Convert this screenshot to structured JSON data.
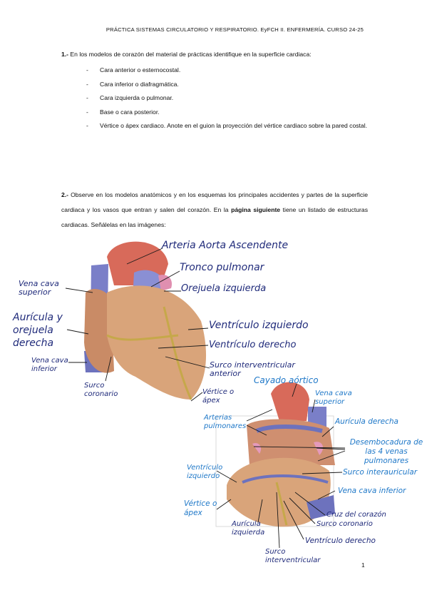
{
  "header": "PRÁCTICA SISTEMAS CIRCULATORIO Y RESPIRATORIO. EyFCH II. ENFERMERÍA. CURSO 24-25",
  "q1": {
    "number": "1.-",
    "text": "En los modelos de corazón del material de prácticas identifique en la superficie cardiaca:",
    "items": [
      "Cara anterior o esternocostal.",
      "Cara inferior o diafragmática.",
      "Cara izquierda o pulmonar.",
      "Base o cara posterior.",
      "Vértice o ápex cardiaco. Anote en el guion la proyección del vértice cardiaco sobre la pared costal."
    ]
  },
  "q2": {
    "number": "2.-",
    "text_a": "Observe en los modelos anatómicos y en los esquemas los principales accidentes y partes de la superficie cardiaca y los vasos que entran y salen del corazón. En la ",
    "bold": "página siguiente",
    "text_b": " tiene un listado de estructuras cardiacas. Señálelas en las imágenes:"
  },
  "labels1": {
    "aorta": "Arteria Aorta Ascendente",
    "tronco": "Tronco pulmonar",
    "orejuela": "Orejuela izquierda",
    "vena_sup": "Vena cava superior",
    "auricula": "Aurícula y orejuela derecha",
    "vena_inf": "Vena cava inferior",
    "surco_cor": "Surco coronario",
    "vent_izq": "Ventrículo izquierdo",
    "vent_der": "Ventrículo derecho",
    "surco_ant": "Surco interventricular anterior",
    "vertice": "Vértice o ápex"
  },
  "labels2": {
    "cayado": "Cayado aórtico",
    "vena_sup": "Vena cava superior",
    "arterias": "Arterias pulmonares",
    "aur_der": "Aurícula derecha",
    "desemb": "Desembocadura de las 4 venas pulmonares",
    "surco_int": "Surco interauricular",
    "vent_izq": "Ventrículo izquierdo",
    "vena_inf": "Vena cava inferior",
    "vertice": "Vértice o ápex",
    "cruz": "Cruz del corazón",
    "surco_cor": "Surco coronario",
    "aur_izq": "Aurícula izquierda",
    "vent_der": "Ventrículo derecho",
    "surco_post": "Surco interventricular"
  },
  "page_number": "1"
}
